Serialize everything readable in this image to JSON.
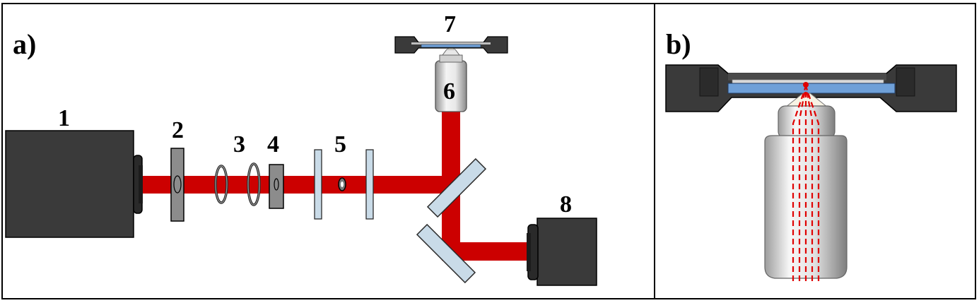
{
  "panels": {
    "a": {
      "label": "a)"
    },
    "b": {
      "label": "b)"
    }
  },
  "components": [
    {
      "id": "1",
      "label": "1"
    },
    {
      "id": "2",
      "label": "2"
    },
    {
      "id": "3",
      "label": "3"
    },
    {
      "id": "4",
      "label": "4"
    },
    {
      "id": "5",
      "label": "5"
    },
    {
      "id": "6",
      "label": "6"
    },
    {
      "id": "7",
      "label": "7"
    },
    {
      "id": "8",
      "label": "8"
    }
  ],
  "colors": {
    "beam": "#cc0000",
    "housing": "#3a3a3a",
    "lens": "#c9dbe8",
    "slide": "#6fa0d8",
    "metal_light": "#e6e6e6",
    "metal_dark": "#9a9a9a"
  }
}
